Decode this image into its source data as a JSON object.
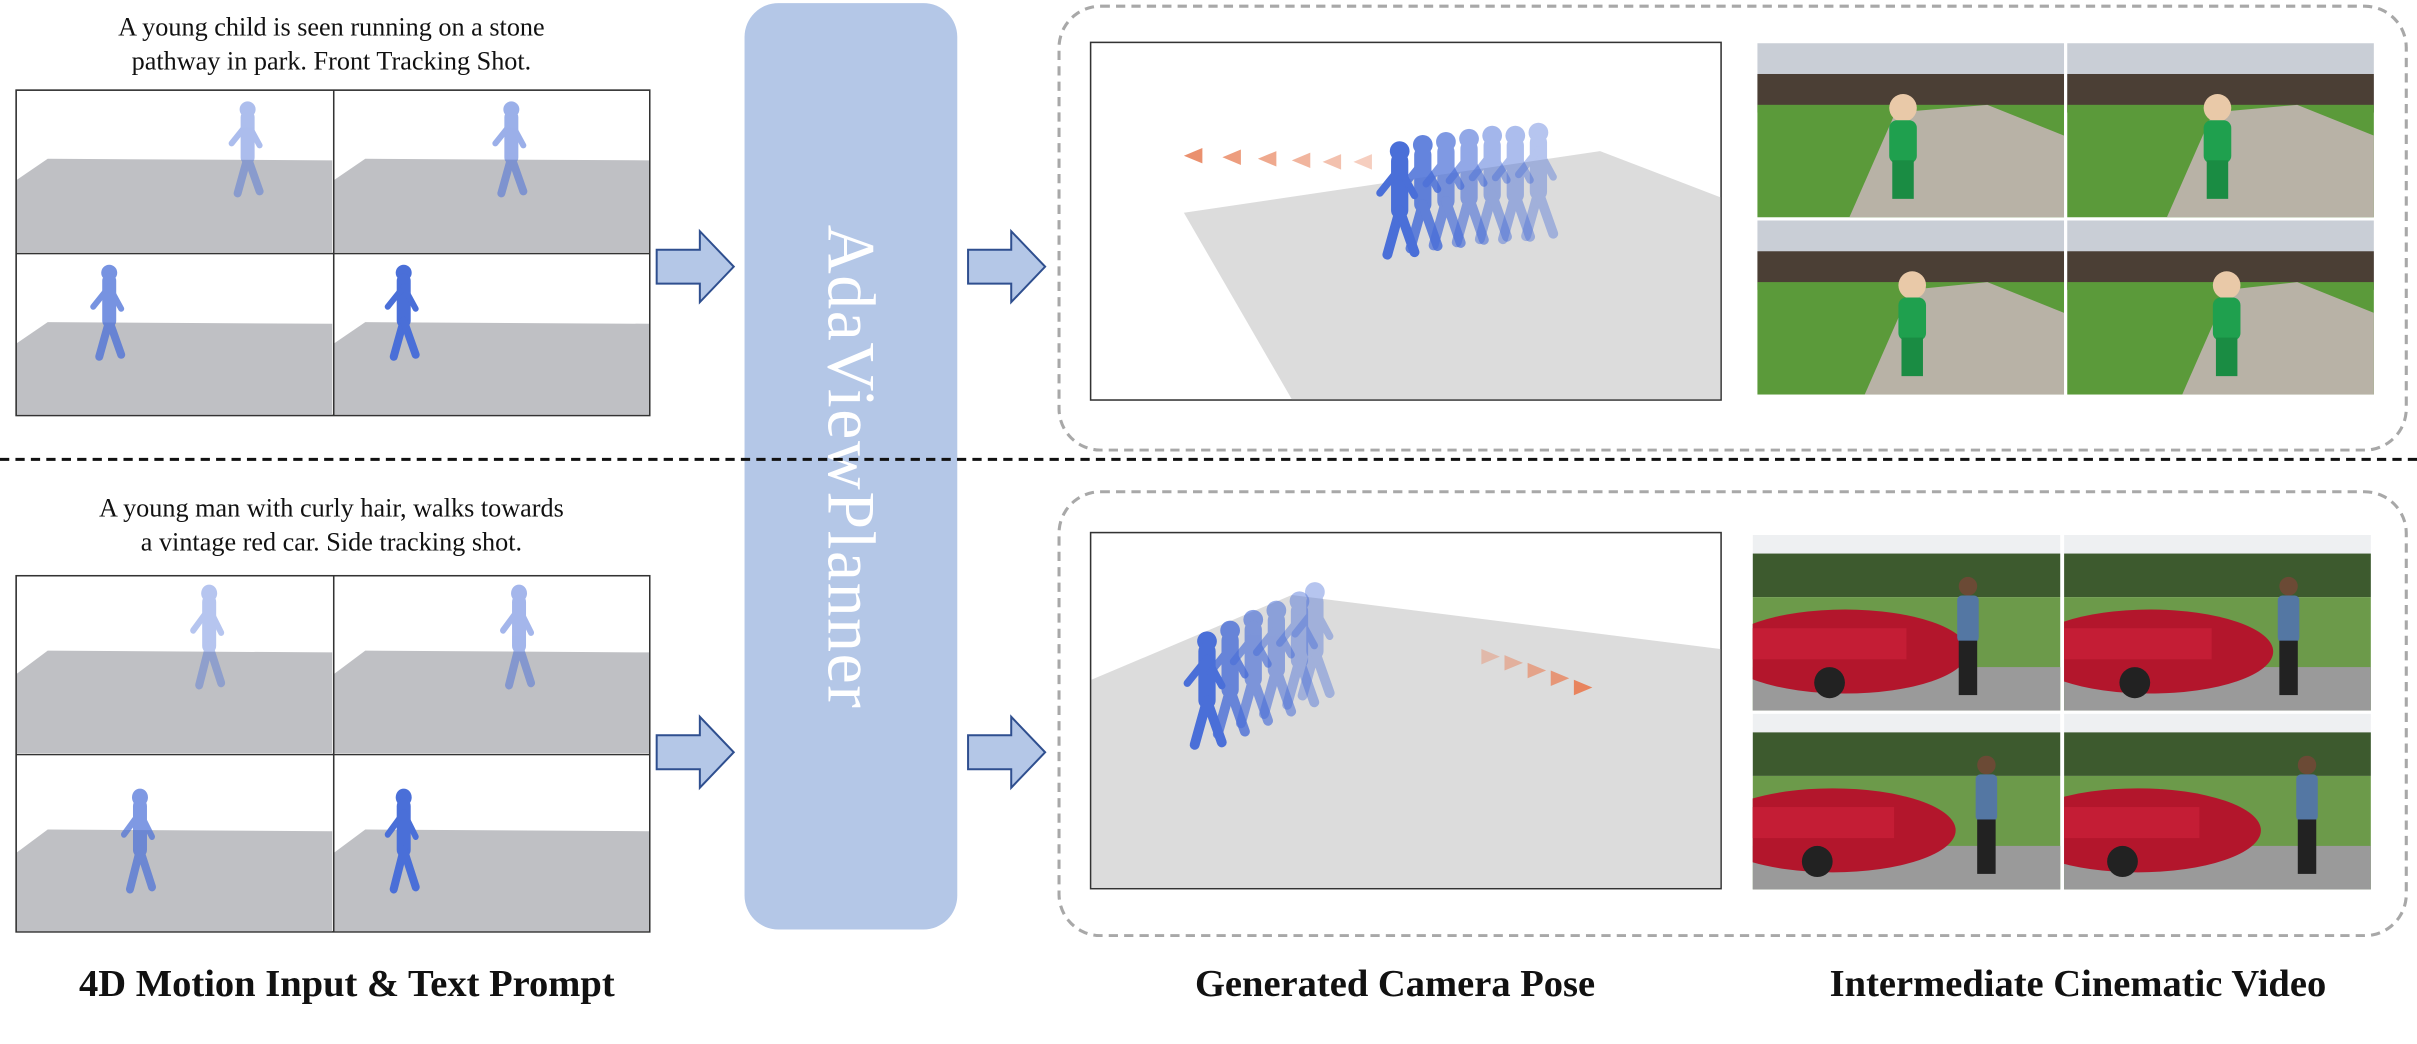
{
  "rows": [
    {
      "prompt_line1": "A young child is seen running on a stone",
      "prompt_line2": "pathway in park. Front Tracking Shot.",
      "scene": "child"
    },
    {
      "prompt_line1": "A young man with curly hair, walks towards",
      "prompt_line2": "a vintage red car. Side tracking shot.",
      "scene": "car"
    }
  ],
  "planner": {
    "label": "AdaViewPlanner"
  },
  "labels": {
    "input": "4D Motion Input & Text Prompt",
    "camera": "Generated Camera Pose",
    "video": "Intermediate Cinematic Video"
  },
  "colors": {
    "planner": "#b4c7e7",
    "arrow_fill": "#b4c7e7",
    "arrow_stroke": "#2f4f8f",
    "human": "#5b7fd6",
    "camera": "#e8845e"
  }
}
